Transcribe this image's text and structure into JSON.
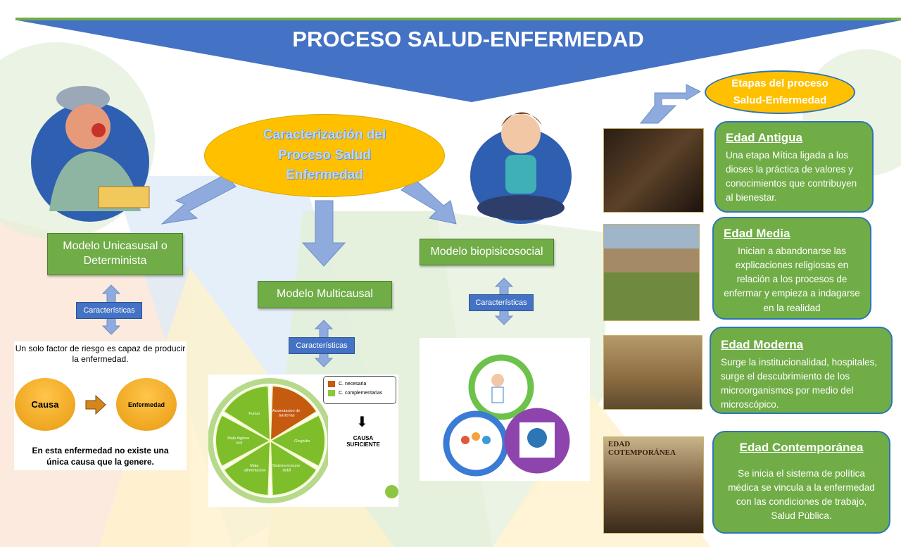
{
  "title": "PROCESO SALUD-ENFERMEDAD",
  "center_ellipse": "Caracterización del Proceso Salud Enfermedad",
  "models": {
    "unicausal": {
      "label": "Modelo Unicasusal o Determinista",
      "tag": "Características",
      "panel": {
        "top_text": "Un solo factor de riesgo es capaz de producir la enfermedad.",
        "cause": "Causa",
        "effect": "Enfermedad",
        "bottom_text": "En esta enfermedad no existe una única causa que la genere."
      }
    },
    "multicausal": {
      "label": "Modelo Multicausal",
      "tag": "Características",
      "panel": {
        "segments": [
          "Acumulacion de bacterias",
          "Gingivitis",
          "Sistema inmune debil",
          "Mala alimentacion",
          "Mala higiene oral",
          "Fumar"
        ],
        "legend": [
          "C. necesaria",
          "C. complementarias"
        ],
        "result": "CAUSA SUFICIENTE"
      }
    },
    "biopsicosocial": {
      "label": "Modelo biopisicosocial",
      "tag": "Características"
    }
  },
  "stages": {
    "header": "Etapas del proceso Salud-Enfermedad",
    "items": [
      {
        "title": "Edad Antigua",
        "text": "Una etapa Mítica ligada a los dioses la práctica de valores y conocimientos que contribuyen al bienestar."
      },
      {
        "title": "Edad Media",
        "text": "Inician a abandonarse las explicaciones religiosas en relación a los procesos de enfermar y empieza a indagarse en la realidad"
      },
      {
        "title": "Edad Moderna",
        "text": "Surge la institucionalidad, hospitales, surge el descubrimiento de los microorganismos por medio del microscópico."
      },
      {
        "title": "Edad Contemporánea",
        "text": "Se inicia el sistema de política médica se vincula a la enfermedad con las condiciones de trabajo, Salud Pública.",
        "photo_caption": "EDAD COTEMPORÁNEA"
      }
    ]
  },
  "colors": {
    "green": "#70AD47",
    "blue": "#4472C4",
    "gold": "#FFC000",
    "orange": "#C55A11"
  }
}
